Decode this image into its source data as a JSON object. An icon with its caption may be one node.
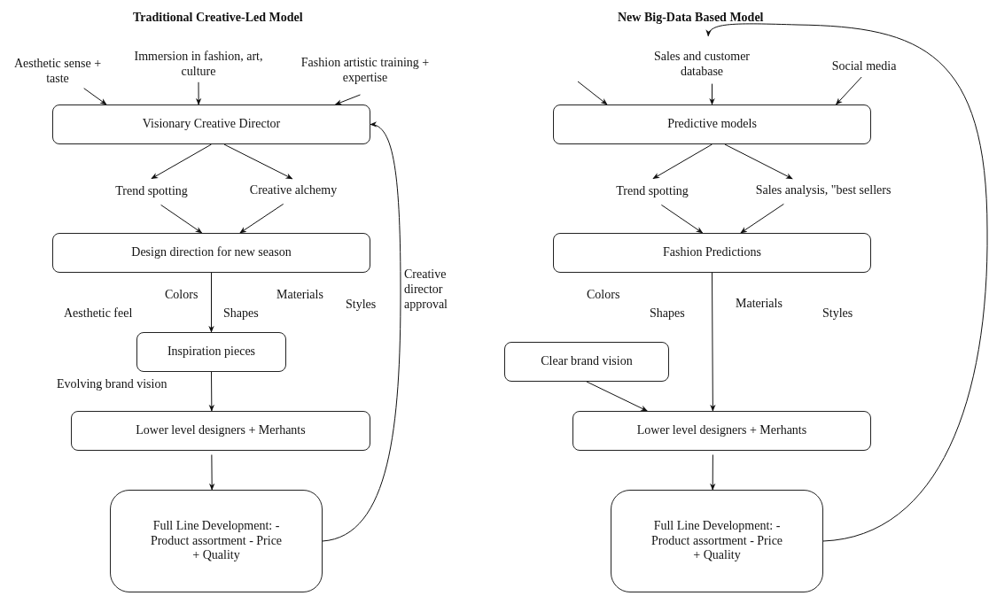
{
  "diagram": {
    "nodes": [
      {
        "text": [
          "Aesthetic sense + taste"
        ]
      },
      {
        "text": [
          "Immersion in fashion, art, culture"
        ]
      },
      {
        "text": [
          "Fashion artistic training + expertise"
        ]
      },
      {
        "text": [
          "Visionary Creative Director"
        ]
      },
      {
        "text": [
          "Trend spotting"
        ]
      },
      {
        "text": [
          "Creative alchemy"
        ]
      },
      {
        "text": [
          "Design direction for new season"
        ]
      },
      {
        "text": [
          "Inspiration pieces"
        ]
      },
      {
        "text": [
          "Lower level designers + Merhants"
        ]
      },
      {
        "text": [
          "Full Line Development: - Product assortment - Price + Quality"
        ]
      },
      {
        "text": [
          "Sales and customer database"
        ]
      },
      {
        "text": [
          "Social media"
        ]
      },
      {
        "text": [
          "Predictive models"
        ]
      },
      {
        "text": [
          "Trend spotting"
        ]
      },
      {
        "text": [
          "Sales analysis, \"best sellers"
        ]
      },
      {
        "text": [
          "Fashion Predictions"
        ]
      },
      {
        "text": [
          "Clear brand vision"
        ]
      },
      {
        "text": [
          "Lower level designers + Merhants"
        ]
      },
      {
        "text": [
          "Full Line Development: - Product assortment - Price + Quality"
        ]
      }
    ],
    "edges": [
      {
        "from": 0,
        "to": 3,
        "arrow": "to"
      },
      {
        "from": 1,
        "to": 3,
        "arrow": "to"
      },
      {
        "from": 2,
        "to": 3,
        "arrow": "to"
      },
      {
        "from": 3,
        "to": 4,
        "arrow": "to"
      },
      {
        "from": 3,
        "to": 5,
        "arrow": "to"
      },
      {
        "from": 4,
        "to": 6,
        "arrow": "to"
      },
      {
        "from": 5,
        "to": 6,
        "arrow": "to"
      },
      {
        "from": 6,
        "to": 7,
        "arrow": "to"
      },
      {
        "from": 7,
        "to": 8,
        "arrow": "to"
      },
      {
        "from": 8,
        "to": 9,
        "arrow": "to"
      },
      {
        "from": 9,
        "to": 3,
        "arrow": "to",
        "label": "Creative director approval"
      },
      {
        "from": null,
        "to": 12,
        "arrow": "to"
      },
      {
        "from": 10,
        "to": 12,
        "arrow": "to"
      },
      {
        "from": 11,
        "to": 12,
        "arrow": "to"
      },
      {
        "from": 12,
        "to": 13,
        "arrow": "to"
      },
      {
        "from": 12,
        "to": 14,
        "arrow": "to"
      },
      {
        "from": 13,
        "to": 15,
        "arrow": "to"
      },
      {
        "from": 14,
        "to": 15,
        "arrow": "to"
      },
      {
        "from": 15,
        "to": 17,
        "arrow": "to"
      },
      {
        "from": 16,
        "to": 17,
        "arrow": "to"
      },
      {
        "from": 17,
        "to": 18,
        "arrow": "to"
      },
      {
        "from": 18,
        "to": 10,
        "arrow": "to"
      }
    ],
    "labels": [
      "Traditional Creative-Led Model",
      "Colors",
      "Materials",
      "Styles",
      "Aesthetic feel",
      "Shapes",
      "Evolving brand vision",
      "New Big-Data Based Model",
      "Colors",
      "Shapes",
      "Materials",
      "Styles"
    ]
  }
}
